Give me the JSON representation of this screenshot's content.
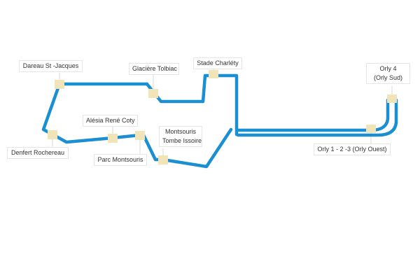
{
  "map": {
    "line_color": "#1a8fd1",
    "station_color": "#f1e4b8",
    "leader_color": "#d8d8d8",
    "stations": [
      {
        "id": "dareau",
        "name": "Dareau St -Jacques"
      },
      {
        "id": "glaciere",
        "name": "Glacière Tolbiac"
      },
      {
        "id": "charlety",
        "name": "Stade Charléty"
      },
      {
        "id": "denfert",
        "name": "Denfert Rochereau"
      },
      {
        "id": "alesia",
        "name": "Alésia René Coty"
      },
      {
        "id": "parc",
        "name": "Parc Montsouris"
      },
      {
        "id": "tombe",
        "name_line1": "Montsouris",
        "name_line2": "Tombe Issoire"
      },
      {
        "id": "orly123",
        "name": "Orly 1 - 2 -3 (Orly Ouest)"
      },
      {
        "id": "orly4",
        "name_line1": "Orly 4",
        "name_line2": "(Orly Sud)"
      }
    ]
  }
}
